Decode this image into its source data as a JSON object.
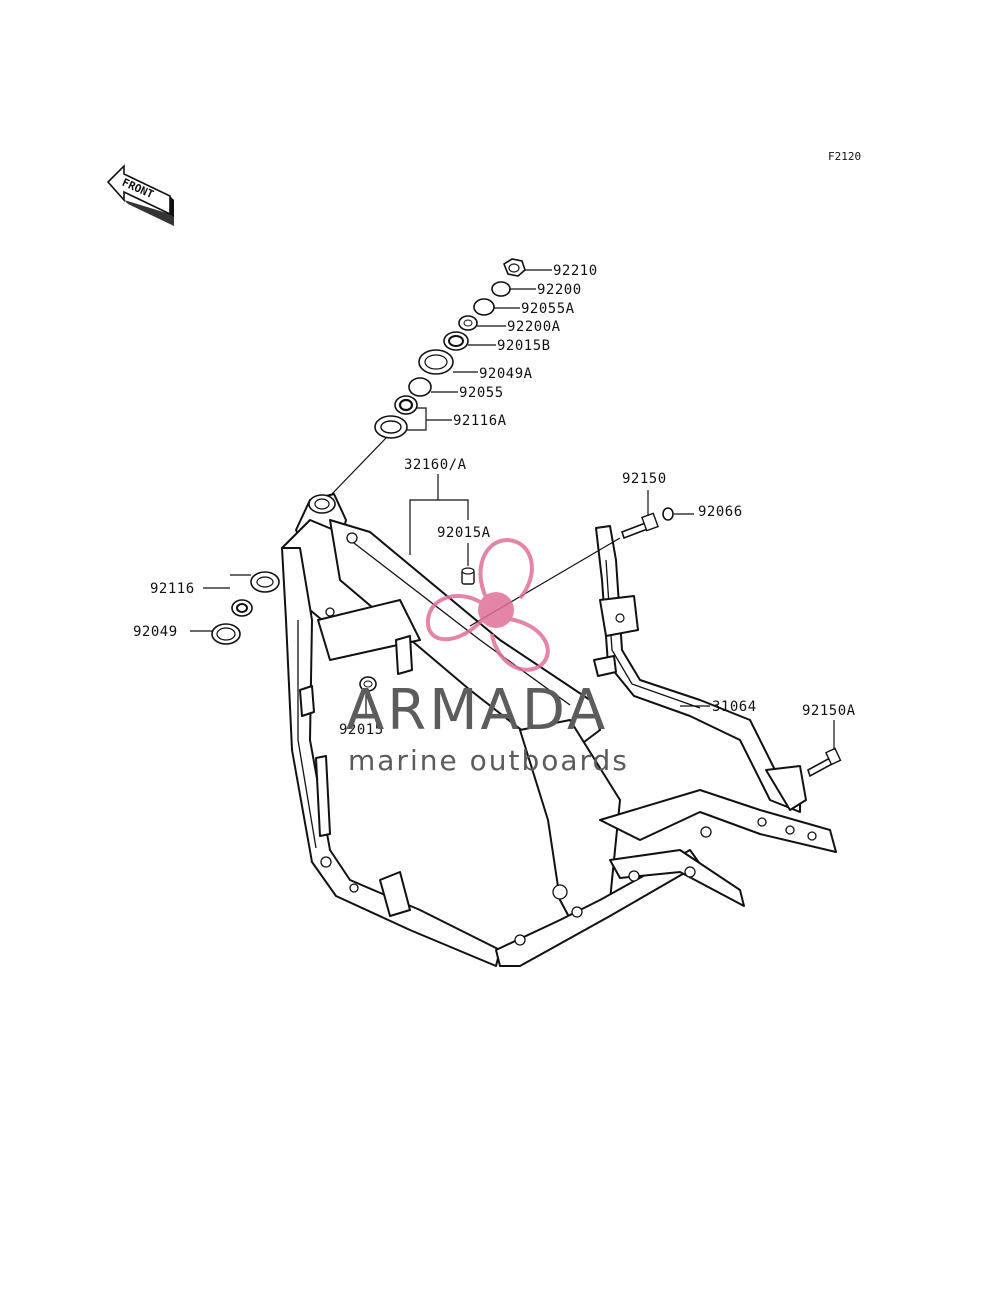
{
  "figure_code": "F2120",
  "front_arrow_label": "FRONT",
  "watermark": {
    "brand": "ARMADA",
    "tagline": "marine outboards",
    "accent_color": "#e0709a"
  },
  "callouts": [
    {
      "id": "c92210",
      "label": "92210"
    },
    {
      "id": "c92200",
      "label": "92200"
    },
    {
      "id": "c92055A",
      "label": "92055A"
    },
    {
      "id": "c92200A",
      "label": "92200A"
    },
    {
      "id": "c92015B",
      "label": "92015B"
    },
    {
      "id": "c92049A",
      "label": "92049A"
    },
    {
      "id": "c92055",
      "label": "92055"
    },
    {
      "id": "c92116A",
      "label": "92116A"
    },
    {
      "id": "c32160",
      "label": "32160/A"
    },
    {
      "id": "c92015A",
      "label": "92015A"
    },
    {
      "id": "c92150",
      "label": "92150"
    },
    {
      "id": "c92066",
      "label": "92066"
    },
    {
      "id": "c92116",
      "label": "92116"
    },
    {
      "id": "c92049",
      "label": "92049"
    },
    {
      "id": "c92015",
      "label": "92015"
    },
    {
      "id": "c31064",
      "label": "31064"
    },
    {
      "id": "c92150A",
      "label": "92150A"
    }
  ]
}
